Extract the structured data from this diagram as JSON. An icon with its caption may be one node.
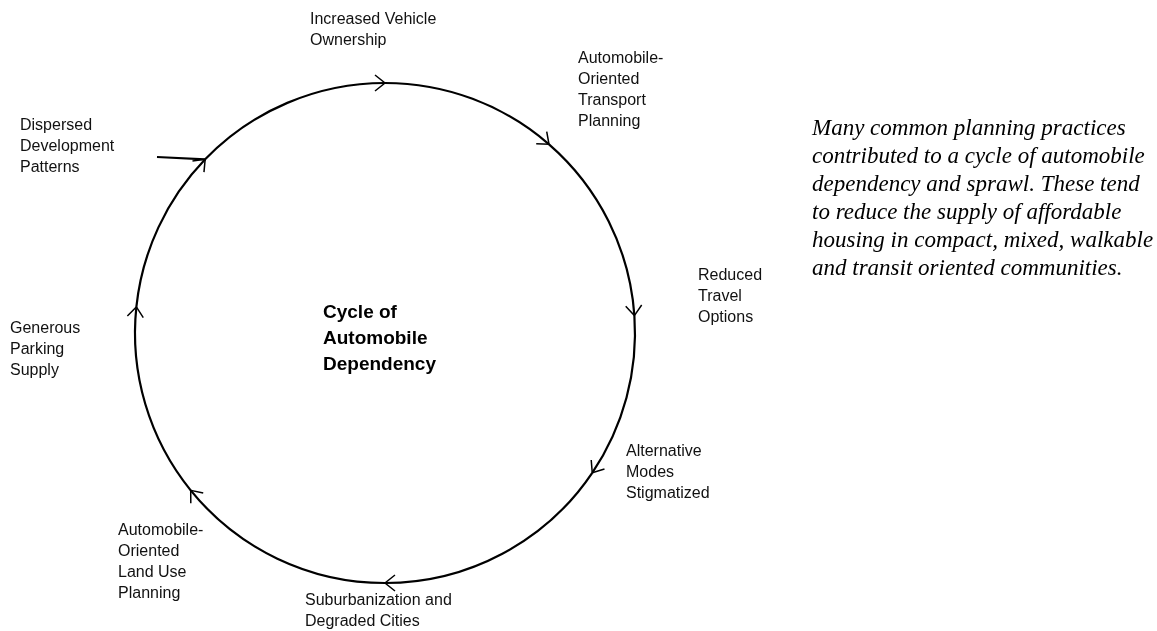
{
  "diagram": {
    "nodes": [
      {
        "text": [
          "Increased Vehicle Ownership"
        ]
      },
      {
        "text": [
          "Automobile- Oriented Transport Planning"
        ]
      },
      {
        "text": [
          "Reduced Travel Options"
        ]
      },
      {
        "text": [
          "Alternative Modes Stigmatized"
        ]
      },
      {
        "text": [
          "Suburbanization and Degraded Cities"
        ]
      },
      {
        "text": [
          "Automobile- Oriented Land Use Planning"
        ]
      },
      {
        "text": [
          "Generous Parking Supply"
        ]
      },
      {
        "text": [
          "Dispersed Development Patterns"
        ]
      },
      {
        "text": [
          "Cycle of Automobile Dependency"
        ]
      }
    ],
    "edges": [
      {
        "from": 0,
        "to": 1,
        "arrow": "to"
      },
      {
        "from": 1,
        "to": 2,
        "arrow": "to"
      },
      {
        "from": 2,
        "to": 3,
        "arrow": "to"
      },
      {
        "from": 3,
        "to": 4,
        "arrow": "to"
      },
      {
        "from": 4,
        "to": 5,
        "arrow": "to"
      },
      {
        "from": 5,
        "to": 6,
        "arrow": "to"
      },
      {
        "from": 6,
        "to": 7,
        "arrow": "to"
      },
      {
        "from": 7,
        "to": 0,
        "arrow": "to"
      }
    ],
    "labels": [
      "Many common planning practices contributed to a cycle of automobile dependency and sprawl. These tend to reduce the supply of affordable housing in compact, mixed, walkable and transit oriented communities."
    ]
  }
}
